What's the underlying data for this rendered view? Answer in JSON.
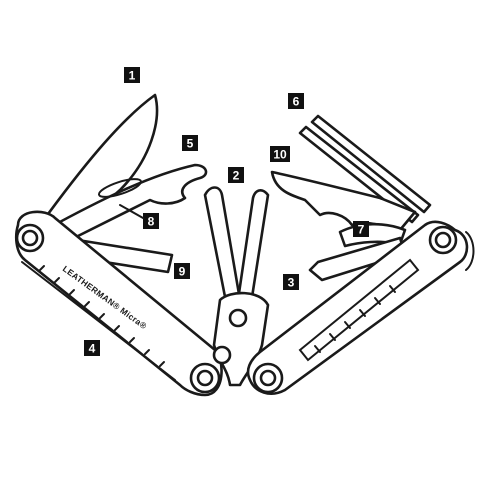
{
  "diagram": {
    "brand_text": "LEATHERMAN® Micra®",
    "callouts": [
      {
        "number": "1"
      },
      {
        "number": "2"
      },
      {
        "number": "3"
      },
      {
        "number": "4"
      },
      {
        "number": "5"
      },
      {
        "number": "6"
      },
      {
        "number": "7"
      },
      {
        "number": "8"
      },
      {
        "number": "9"
      },
      {
        "number": "10"
      }
    ]
  }
}
